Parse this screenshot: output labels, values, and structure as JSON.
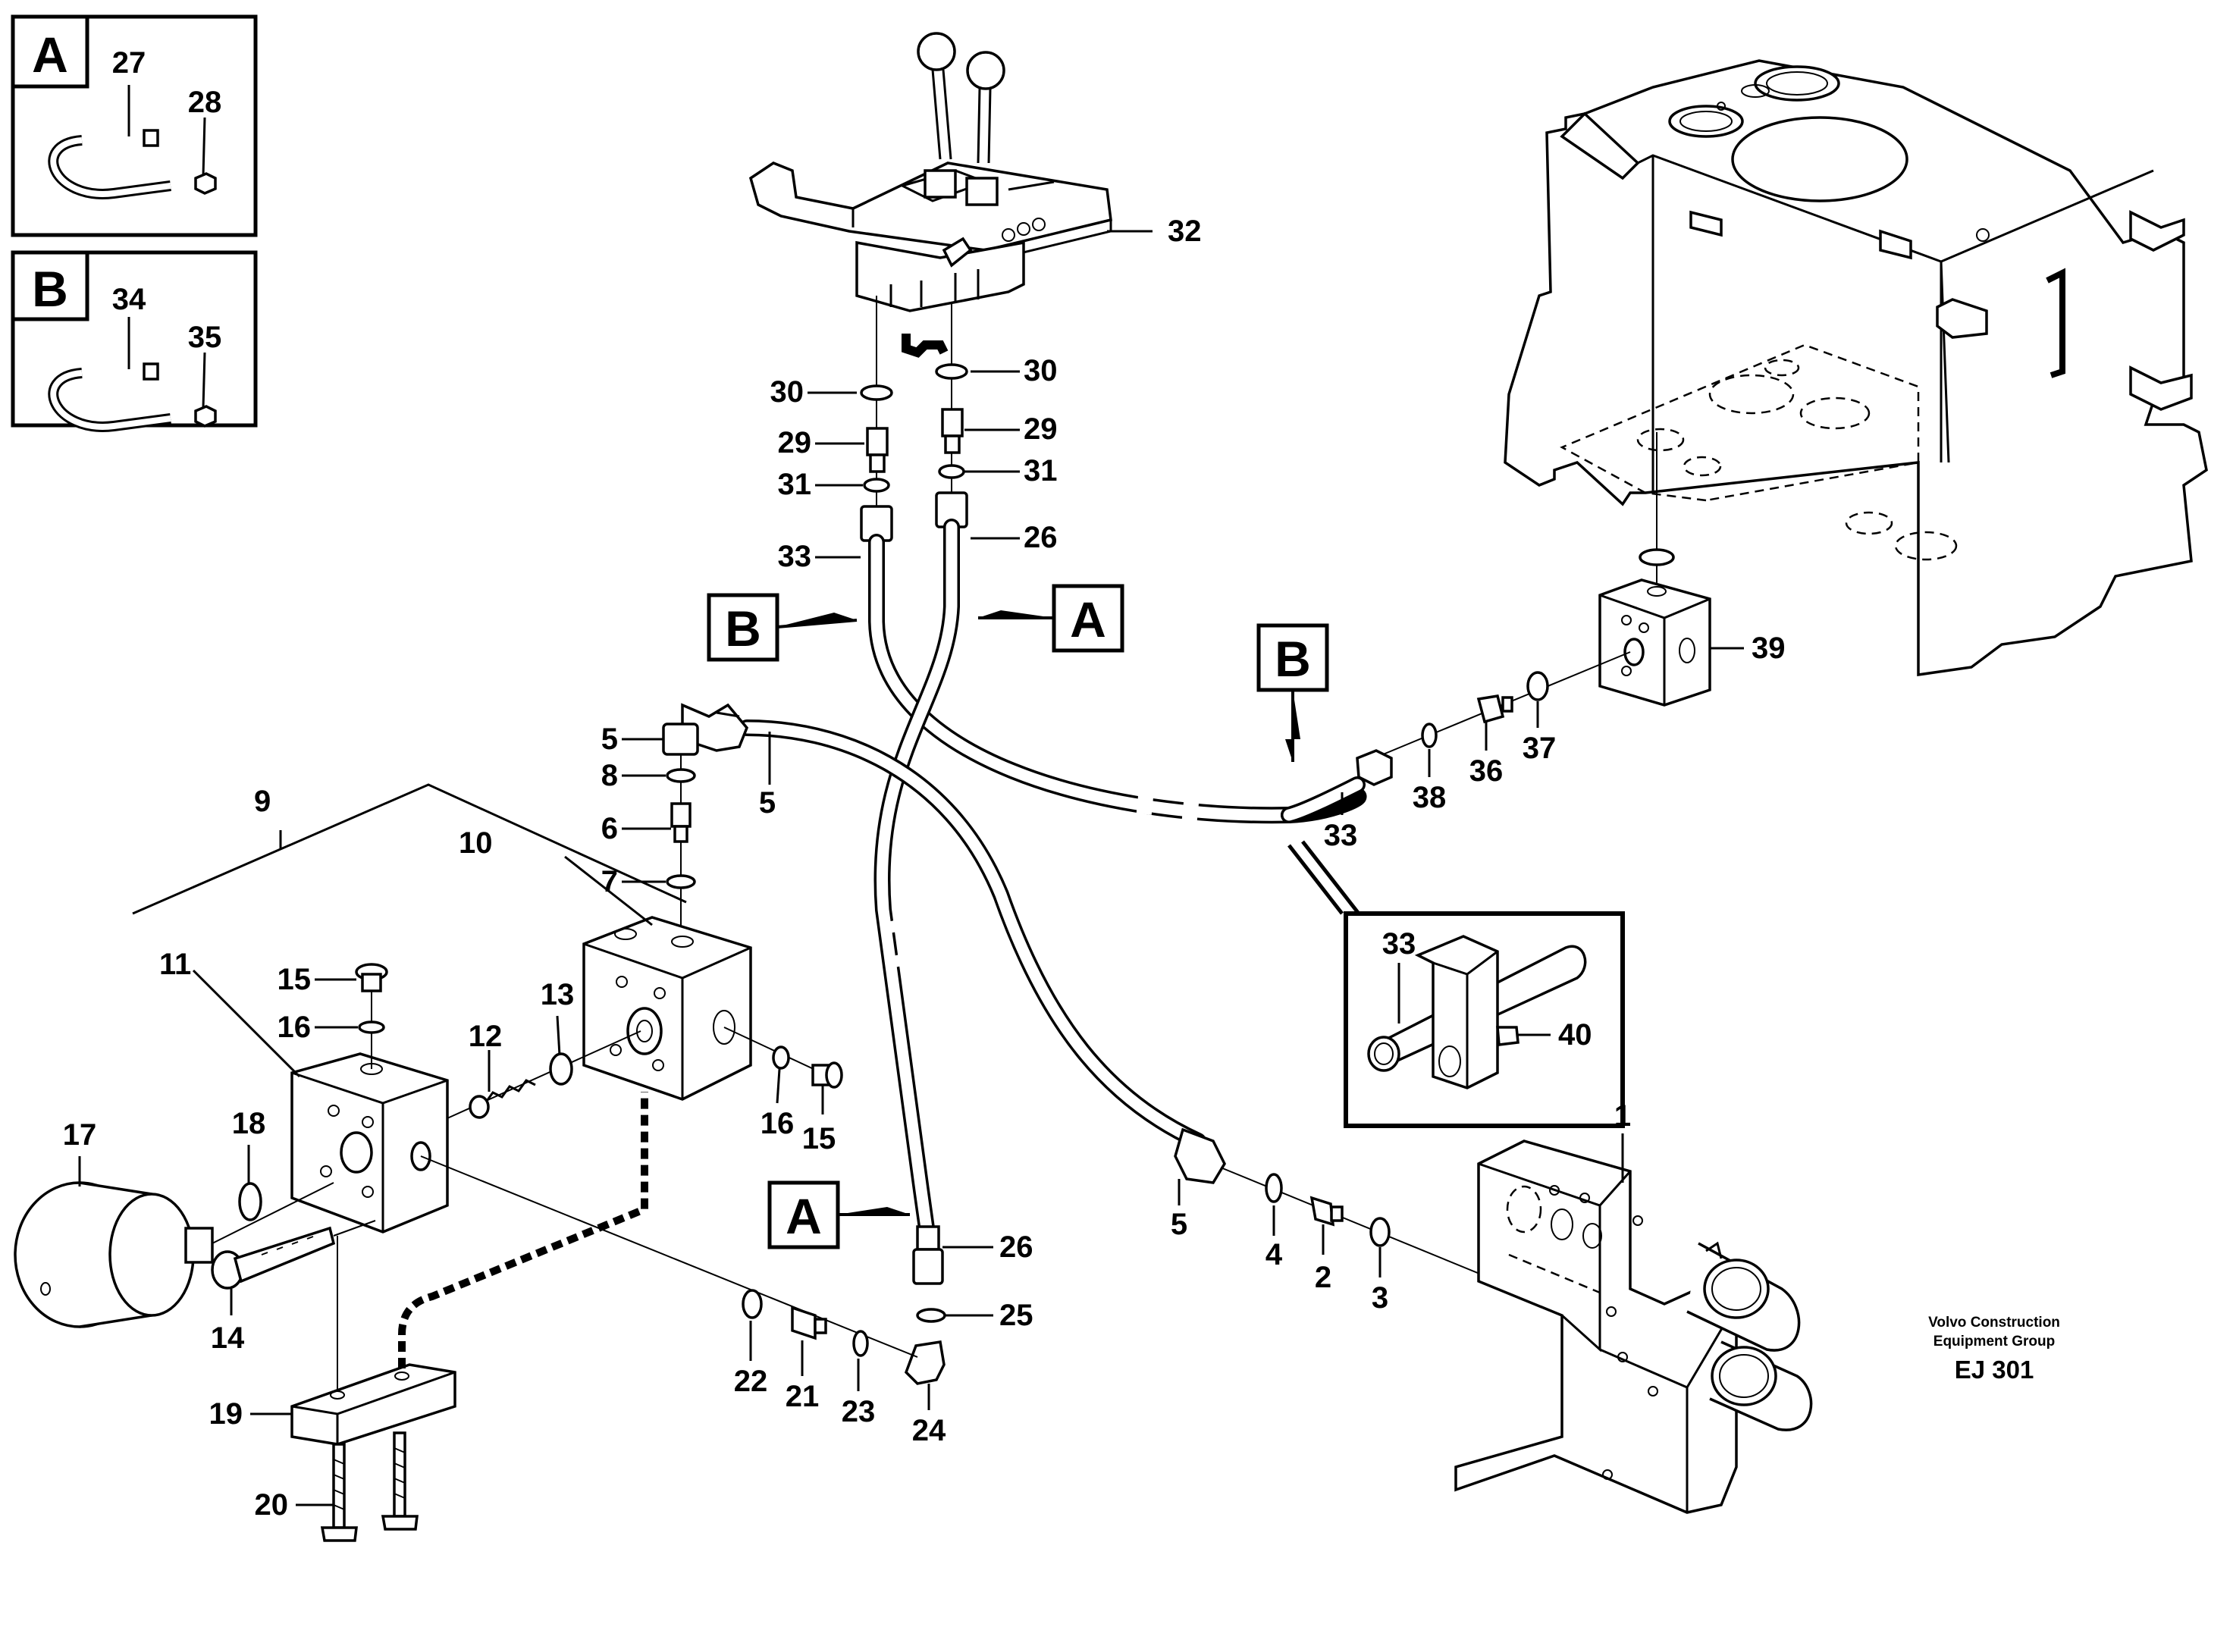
{
  "diagram": {
    "callouts": {
      "A": "A",
      "B": "B"
    },
    "part_numbers": {
      "p1": "1",
      "p2": "2",
      "p3": "3",
      "p4": "4",
      "p5": "5",
      "p6": "6",
      "p7": "7",
      "p8": "8",
      "p9": "9",
      "p10": "10",
      "p11": "11",
      "p12": "12",
      "p13": "13",
      "p14": "14",
      "p15": "15",
      "p16": "16",
      "p17": "17",
      "p18": "18",
      "p19": "19",
      "p20": "20",
      "p21": "21",
      "p22": "22",
      "p23": "23",
      "p24": "24",
      "p25": "25",
      "p26": "26",
      "p27": "27",
      "p28": "28",
      "p29": "29",
      "p30": "30",
      "p31": "31",
      "p32": "32",
      "p33": "33",
      "p34": "34",
      "p35": "35",
      "p36": "36",
      "p37": "37",
      "p38": "38",
      "p39": "39",
      "p40": "40"
    },
    "credit": {
      "line1": "Volvo Construction",
      "line2": "Equipment Group",
      "code": "EJ 301"
    }
  }
}
